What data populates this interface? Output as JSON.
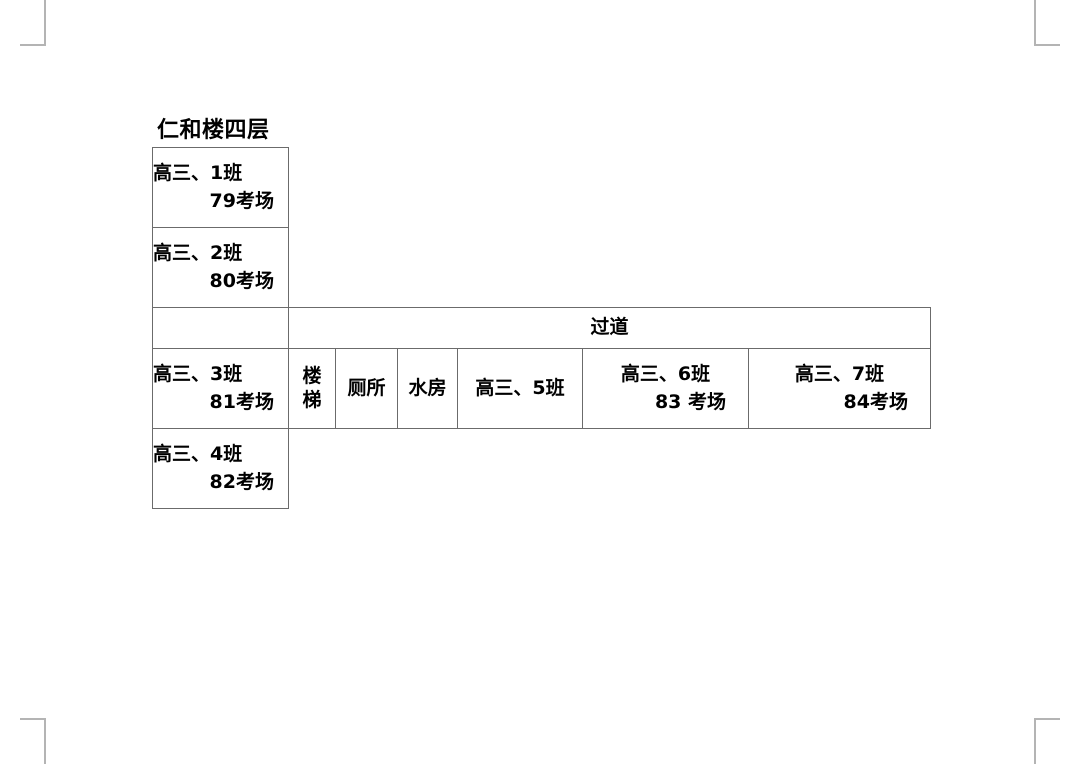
{
  "document": {
    "title": "仁和楼四层",
    "table": {
      "rows": [
        {
          "row_name": "classroom-row-1",
          "cells": [
            {
              "name": "room-79",
              "class_label": "高三、1班",
              "exam_label": "79考场"
            }
          ]
        },
        {
          "row_name": "classroom-row-2",
          "cells": [
            {
              "name": "room-80",
              "class_label": "高三、2班",
              "exam_label": "80考场"
            }
          ]
        },
        {
          "row_name": "aisle-row",
          "cells": [
            {
              "name": "empty-cell",
              "label": ""
            },
            {
              "name": "aisle",
              "label": "过道"
            }
          ]
        },
        {
          "row_name": "main-row",
          "cells": [
            {
              "name": "room-81",
              "class_label": "高三、3班",
              "exam_label": "81考场"
            },
            {
              "name": "stairway",
              "label": "楼梯"
            },
            {
              "name": "restroom",
              "label": "厕所"
            },
            {
              "name": "water-room",
              "label": "水房"
            },
            {
              "name": "room-class-5",
              "label": "高三、5班"
            },
            {
              "name": "room-83",
              "class_label": "高三、6班",
              "exam_label": "83  考场"
            },
            {
              "name": "room-84",
              "class_label": "高三、7班",
              "exam_label": "84考场"
            }
          ]
        },
        {
          "row_name": "classroom-row-4",
          "cells": [
            {
              "name": "room-82",
              "class_label": "高三、4班",
              "exam_label": "82考场"
            }
          ]
        }
      ]
    }
  },
  "colors": {
    "page_background": "#ffffff",
    "text": "#000000",
    "table_border": "#6b6b6b",
    "crop_mark": "#b4b4b4"
  }
}
